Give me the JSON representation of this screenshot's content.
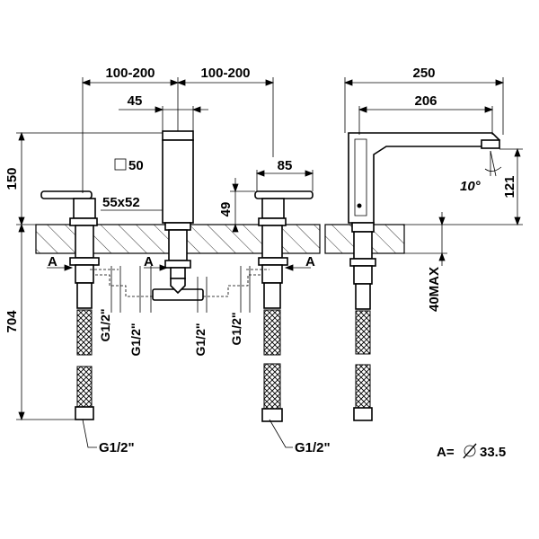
{
  "dimensions": {
    "spacing_left": "100-200",
    "spacing_right": "100-200",
    "spout_offset": "45",
    "spout_square": "50",
    "base_size": "55x52",
    "height_left": "150",
    "total_length": "704",
    "lever_height": "49",
    "lever_width": "85",
    "spout_reach_total": "250",
    "spout_reach": "206",
    "spout_height": "121",
    "tilt_angle": "10°",
    "max_thickness": "40MAX"
  },
  "labels": {
    "section_a": "A",
    "thread": "G1/2\"",
    "thread_quote": "G1/2\"",
    "hole_note": "A=",
    "hole_diameter": "33.5"
  }
}
